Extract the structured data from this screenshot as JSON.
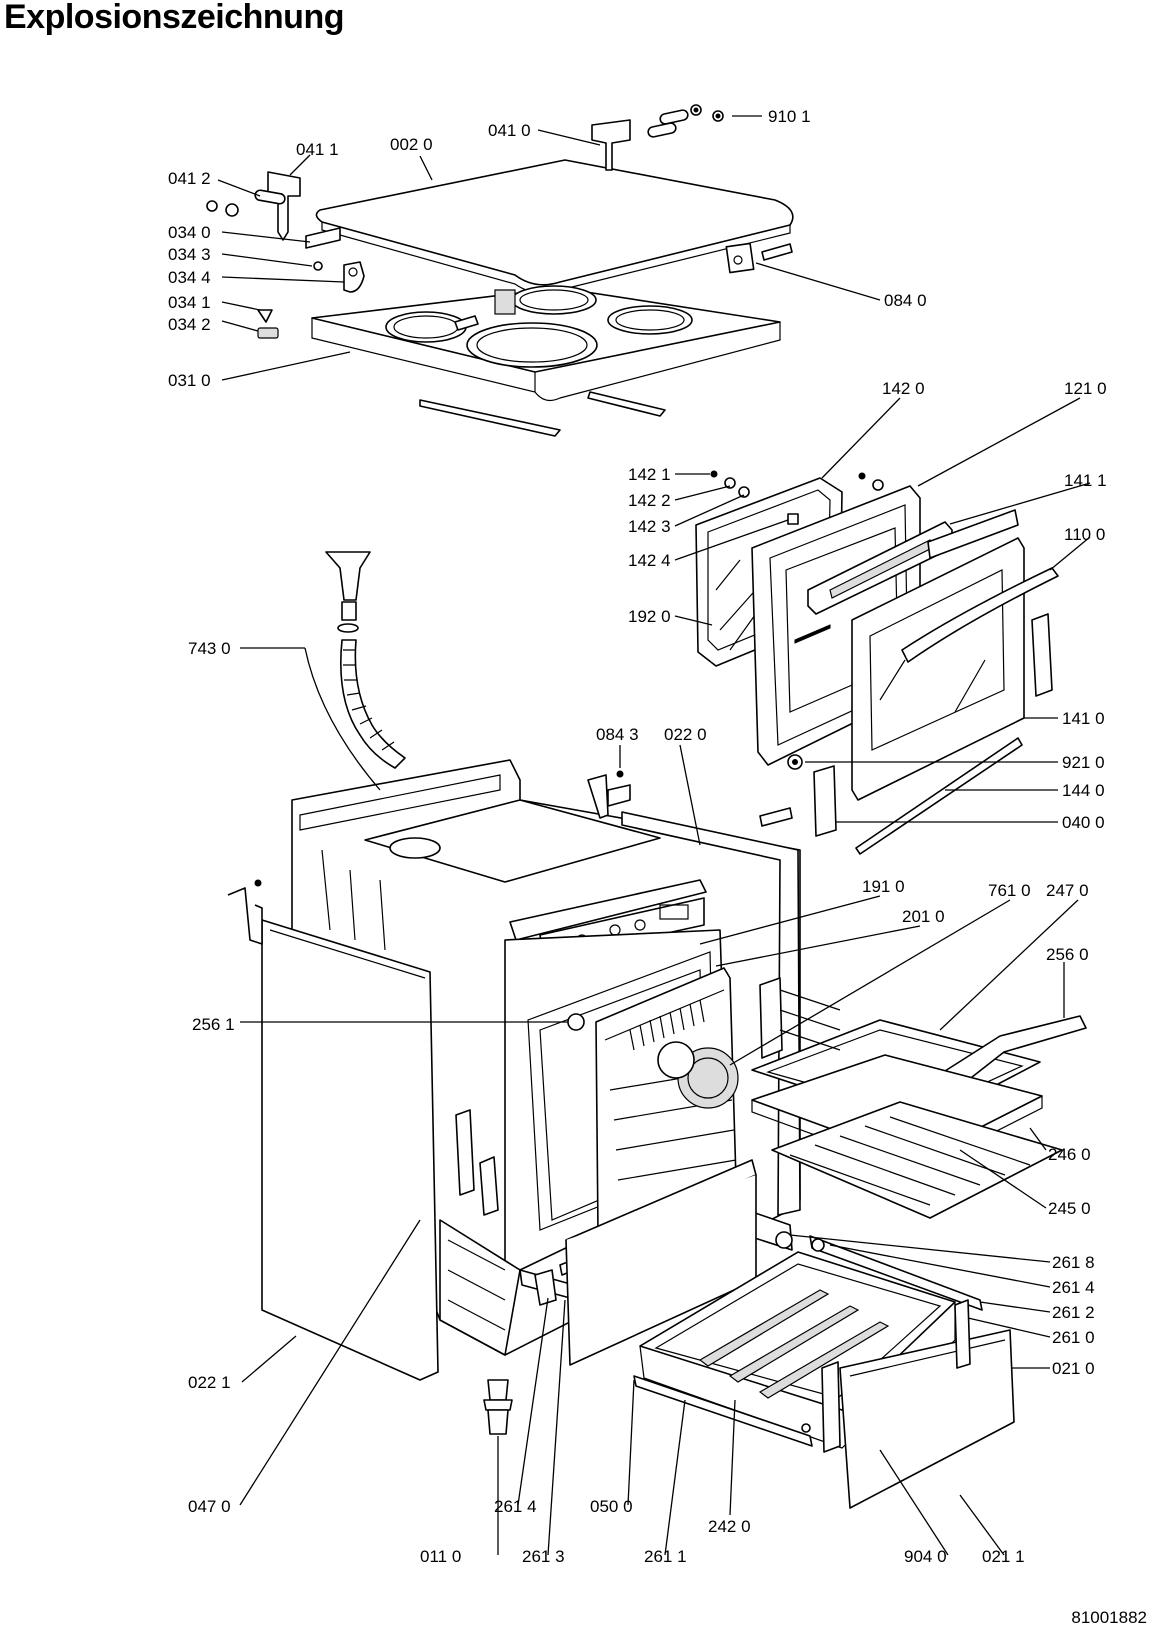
{
  "title": "Explosionszeichnung",
  "document_number": "81001882",
  "labels": [
    {
      "id": "0411",
      "text": "041 1"
    },
    {
      "id": "0020",
      "text": "002 0"
    },
    {
      "id": "0410",
      "text": "041 0"
    },
    {
      "id": "9101",
      "text": "910 1"
    },
    {
      "id": "0412",
      "text": "041 2"
    },
    {
      "id": "0340",
      "text": "034 0"
    },
    {
      "id": "0343",
      "text": "034 3"
    },
    {
      "id": "0344",
      "text": "034 4"
    },
    {
      "id": "0341",
      "text": "034 1"
    },
    {
      "id": "0342",
      "text": "034 2"
    },
    {
      "id": "0840",
      "text": "084 0"
    },
    {
      "id": "0310",
      "text": "031 0"
    },
    {
      "id": "1420",
      "text": "142 0"
    },
    {
      "id": "1210",
      "text": "121 0"
    },
    {
      "id": "1421",
      "text": "142 1"
    },
    {
      "id": "1411",
      "text": "141 1"
    },
    {
      "id": "1422",
      "text": "142 2"
    },
    {
      "id": "1423",
      "text": "142 3"
    },
    {
      "id": "1100",
      "text": "110 0"
    },
    {
      "id": "1424",
      "text": "142 4"
    },
    {
      "id": "1920",
      "text": "192 0"
    },
    {
      "id": "7430",
      "text": "743 0"
    },
    {
      "id": "1410",
      "text": "141 0"
    },
    {
      "id": "0843",
      "text": "084 3"
    },
    {
      "id": "0220",
      "text": "022 0"
    },
    {
      "id": "9210",
      "text": "921 0"
    },
    {
      "id": "1440",
      "text": "144 0"
    },
    {
      "id": "0400",
      "text": "040 0"
    },
    {
      "id": "1910",
      "text": "191 0"
    },
    {
      "id": "7610",
      "text": "761 0"
    },
    {
      "id": "2470",
      "text": "247 0"
    },
    {
      "id": "2010",
      "text": "201 0"
    },
    {
      "id": "2560",
      "text": "256 0"
    },
    {
      "id": "2561",
      "text": "256 1"
    },
    {
      "id": "2460",
      "text": "246 0"
    },
    {
      "id": "2450",
      "text": "245 0"
    },
    {
      "id": "2618",
      "text": "261 8"
    },
    {
      "id": "2614a",
      "text": "261 4"
    },
    {
      "id": "2612",
      "text": "261 2"
    },
    {
      "id": "2610",
      "text": "261 0"
    },
    {
      "id": "0210",
      "text": "021 0"
    },
    {
      "id": "0221",
      "text": "022 1"
    },
    {
      "id": "0470",
      "text": "047 0"
    },
    {
      "id": "2614b",
      "text": "261 4"
    },
    {
      "id": "0500",
      "text": "050 0"
    },
    {
      "id": "2420",
      "text": "242 0"
    },
    {
      "id": "0110",
      "text": "011 0"
    },
    {
      "id": "2613",
      "text": "261 3"
    },
    {
      "id": "2611",
      "text": "261 1"
    },
    {
      "id": "9040",
      "text": "904 0"
    },
    {
      "id": "0211",
      "text": "021 1"
    }
  ]
}
